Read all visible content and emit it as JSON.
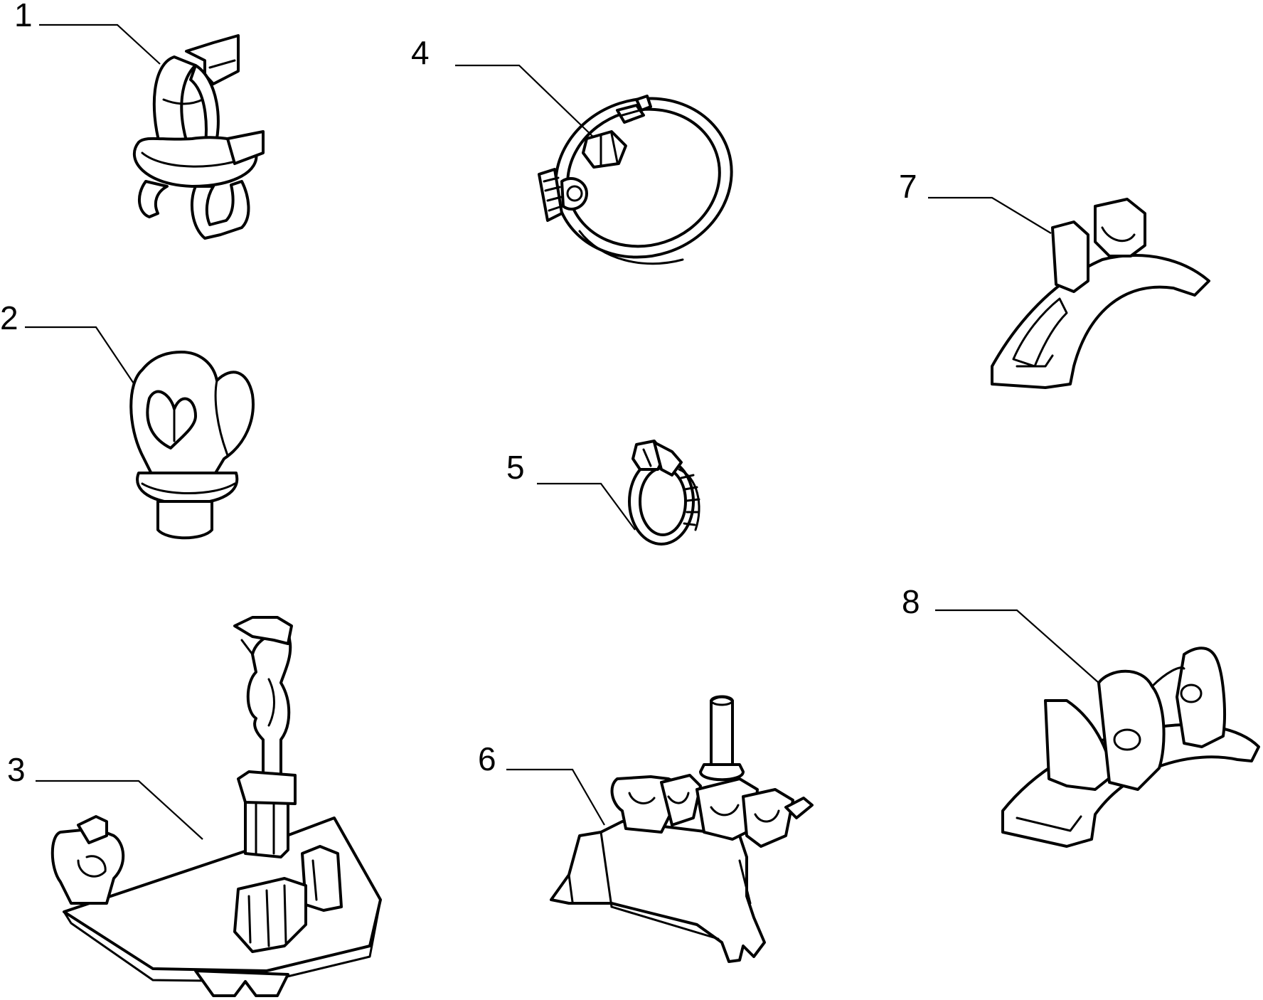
{
  "parts": [
    {
      "id": "part-1",
      "label": "1"
    },
    {
      "id": "part-2",
      "label": "2"
    },
    {
      "id": "part-3",
      "label": "3"
    },
    {
      "id": "part-4",
      "label": "4"
    },
    {
      "id": "part-5",
      "label": "5"
    },
    {
      "id": "part-6",
      "label": "6"
    },
    {
      "id": "part-7",
      "label": "7"
    },
    {
      "id": "part-8",
      "label": "8"
    }
  ]
}
